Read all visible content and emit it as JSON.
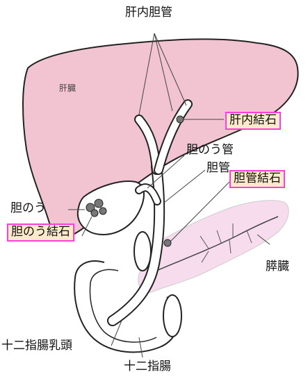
{
  "labels": {
    "intrahepatic_duct": "肝内胆管",
    "liver": "肝臓",
    "intrahepatic_stone": "肝内結石",
    "cystic_duct": "胆のう管",
    "bile_duct": "胆管",
    "bile_duct_stone": "胆管結石",
    "gallbladder": "胆のう",
    "gallbladder_stone": "胆のう結石",
    "pancreas": "膵臓",
    "papilla": "十二指腸乳頭",
    "duodenum": "十二指腸"
  },
  "colors": {
    "liver_fill": "#f2c4d2",
    "pancreas_fill": "#f7dcee",
    "highlight_border": "#ff3fd8",
    "highlight_fill": "#fde9cc",
    "outline": "#222222"
  }
}
